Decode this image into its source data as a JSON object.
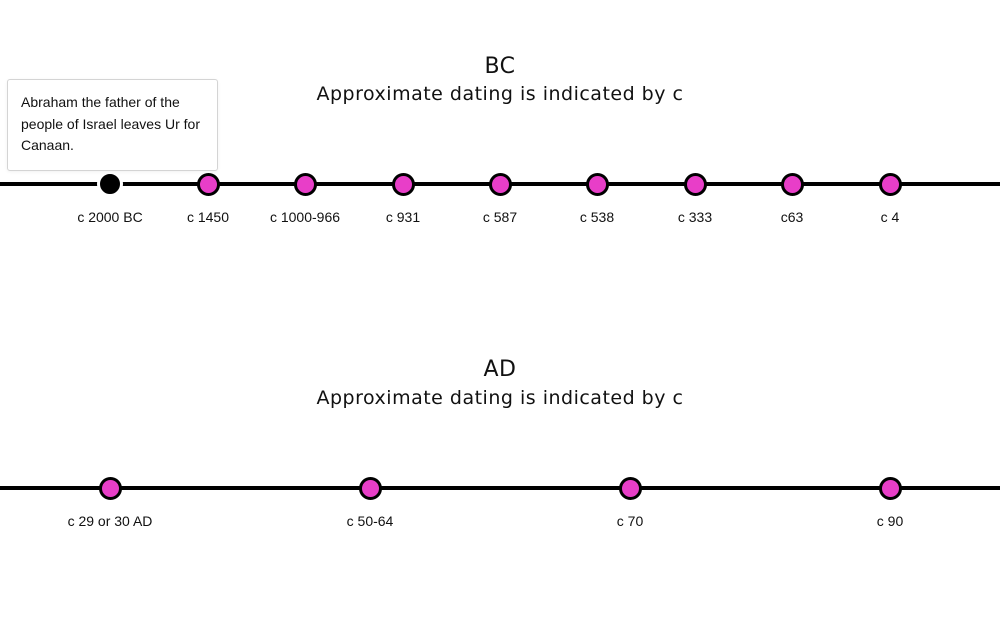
{
  "colors": {
    "marker_fill": "#e83ec8",
    "marker_selected": "#000000",
    "line": "#000000"
  },
  "bc": {
    "title": "BC",
    "subtitle": "Approximate dating is indicated by c",
    "events": [
      {
        "label": "c 2000 BC",
        "selected": true
      },
      {
        "label": "c 1450",
        "selected": false
      },
      {
        "label": "c 1000-966",
        "selected": false
      },
      {
        "label": "c 931",
        "selected": false
      },
      {
        "label": "c 587",
        "selected": false
      },
      {
        "label": "c 538",
        "selected": false
      },
      {
        "label": "c 333",
        "selected": false
      },
      {
        "label": "c63",
        "selected": false
      },
      {
        "label": "c 4",
        "selected": false
      }
    ]
  },
  "ad": {
    "title": "AD",
    "subtitle": "Approximate dating is indicated by c",
    "events": [
      {
        "label": "c 29 or 30 AD",
        "selected": false
      },
      {
        "label": "c 50-64",
        "selected": false
      },
      {
        "label": "c 70",
        "selected": false
      },
      {
        "label": "c 90",
        "selected": false
      }
    ]
  },
  "tooltip": {
    "text": "Abraham the father of the people of Israel leaves Ur for Canaan."
  }
}
